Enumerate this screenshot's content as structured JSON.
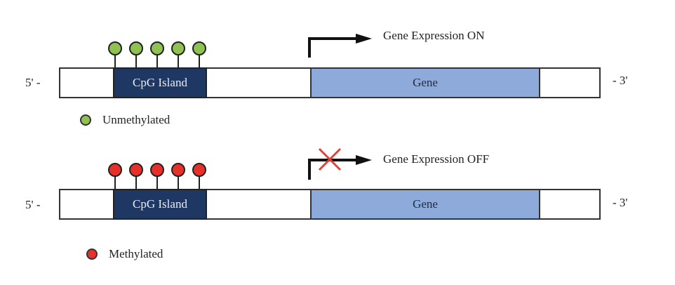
{
  "colors": {
    "unmethylated": "#8fc153",
    "methylated": "#e8302a",
    "cpg_island": "#1f3763",
    "gene": "#8eaadb",
    "block_mark": "#e0423a"
  },
  "panels": [
    {
      "id": "unmethylated",
      "five_prime_label": "5' -",
      "three_prime_label": "- 3'",
      "cpg_label": "CpG Island",
      "gene_label": "Gene",
      "expression_label": "Gene Expression ON",
      "site_count": 5,
      "site_state": "unmethylated",
      "transcription_blocked": false,
      "legend_label": "Unmethylated"
    },
    {
      "id": "methylated",
      "five_prime_label": "5' -",
      "three_prime_label": "- 3'",
      "cpg_label": "CpG Island",
      "gene_label": "Gene",
      "expression_label": "Gene Expression OFF",
      "site_count": 5,
      "site_state": "methylated",
      "transcription_blocked": true,
      "legend_label": "Methylated"
    }
  ]
}
